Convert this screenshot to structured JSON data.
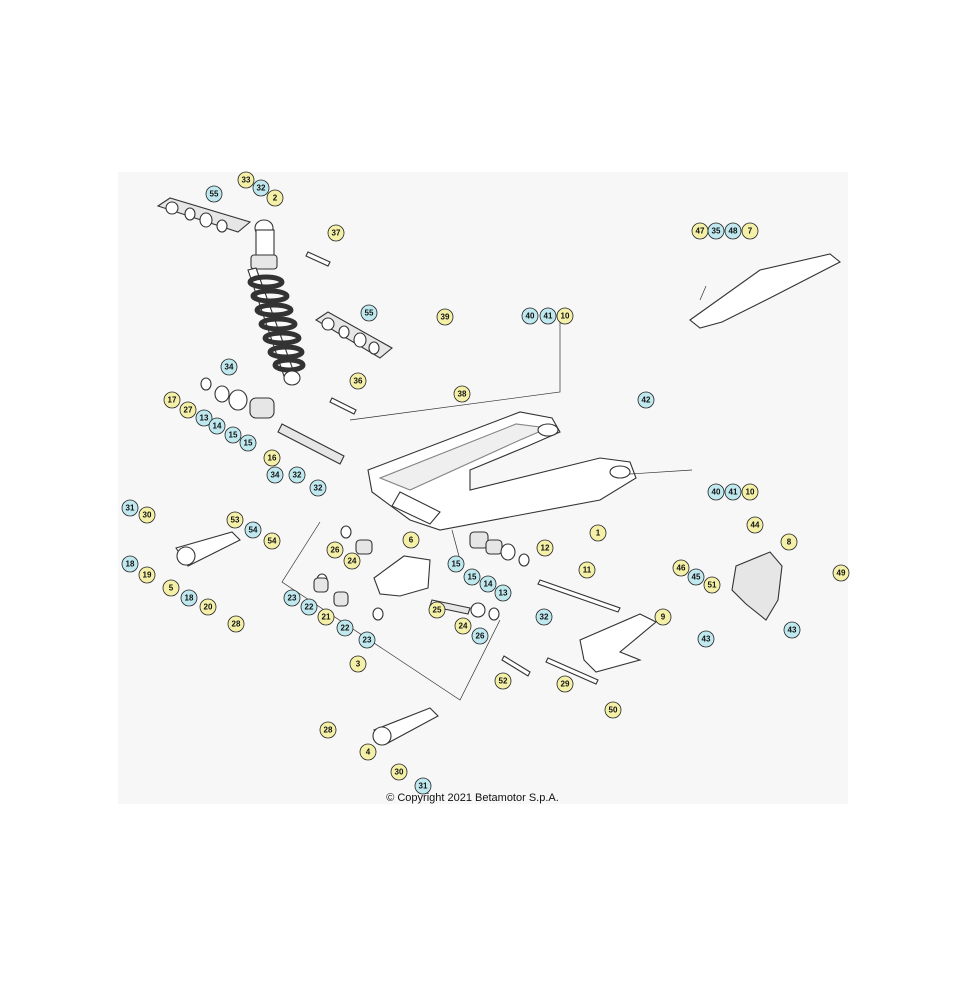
{
  "copyright": "© Copyright 2021 Betamotor S.p.A.",
  "colors": {
    "callout_yellow": "#f4f0a8",
    "callout_blue": "#bfe8ef",
    "line": "#333333",
    "panel": "#f7f7f7"
  },
  "callouts": [
    {
      "label": "55",
      "c": "b"
    },
    {
      "label": "33",
      "c": "y"
    },
    {
      "label": "32",
      "c": "b"
    },
    {
      "label": "2",
      "c": "y"
    },
    {
      "label": "37",
      "c": "y"
    },
    {
      "label": "55",
      "c": "b"
    },
    {
      "label": "34",
      "c": "b"
    },
    {
      "label": "36",
      "c": "y"
    },
    {
      "label": "17",
      "c": "y"
    },
    {
      "label": "27",
      "c": "y"
    },
    {
      "label": "13",
      "c": "b"
    },
    {
      "label": "14",
      "c": "b"
    },
    {
      "label": "15",
      "c": "b"
    },
    {
      "label": "15",
      "c": "b"
    },
    {
      "label": "16",
      "c": "y"
    },
    {
      "label": "39",
      "c": "y"
    },
    {
      "label": "38",
      "c": "y"
    },
    {
      "label": "40",
      "c": "b"
    },
    {
      "label": "41",
      "c": "b"
    },
    {
      "label": "10",
      "c": "y"
    },
    {
      "label": "47",
      "c": "y"
    },
    {
      "label": "35",
      "c": "b"
    },
    {
      "label": "48",
      "c": "b"
    },
    {
      "label": "7",
      "c": "y"
    },
    {
      "label": "42",
      "c": "b"
    },
    {
      "label": "40",
      "c": "b"
    },
    {
      "label": "41",
      "c": "b"
    },
    {
      "label": "10",
      "c": "y"
    },
    {
      "label": "1",
      "c": "y"
    },
    {
      "label": "34",
      "c": "b"
    },
    {
      "label": "32",
      "c": "b"
    },
    {
      "label": "32",
      "c": "b"
    },
    {
      "label": "53",
      "c": "y"
    },
    {
      "label": "54",
      "c": "b"
    },
    {
      "label": "54",
      "c": "y"
    },
    {
      "label": "31",
      "c": "b"
    },
    {
      "label": "30",
      "c": "y"
    },
    {
      "label": "18",
      "c": "b"
    },
    {
      "label": "19",
      "c": "y"
    },
    {
      "label": "5",
      "c": "y"
    },
    {
      "label": "18",
      "c": "b"
    },
    {
      "label": "20",
      "c": "y"
    },
    {
      "label": "28",
      "c": "y"
    },
    {
      "label": "26",
      "c": "y"
    },
    {
      "label": "24",
      "c": "y"
    },
    {
      "label": "6",
      "c": "y"
    },
    {
      "label": "15",
      "c": "b"
    },
    {
      "label": "15",
      "c": "b"
    },
    {
      "label": "14",
      "c": "b"
    },
    {
      "label": "13",
      "c": "b"
    },
    {
      "label": "12",
      "c": "y"
    },
    {
      "label": "11",
      "c": "y"
    },
    {
      "label": "23",
      "c": "b"
    },
    {
      "label": "22",
      "c": "b"
    },
    {
      "label": "21",
      "c": "y"
    },
    {
      "label": "22",
      "c": "b"
    },
    {
      "label": "23",
      "c": "b"
    },
    {
      "label": "25",
      "c": "y"
    },
    {
      "label": "24",
      "c": "y"
    },
    {
      "label": "26",
      "c": "b"
    },
    {
      "label": "32",
      "c": "b"
    },
    {
      "label": "3",
      "c": "y"
    },
    {
      "label": "52",
      "c": "y"
    },
    {
      "label": "29",
      "c": "y"
    },
    {
      "label": "9",
      "c": "y"
    },
    {
      "label": "43",
      "c": "b"
    },
    {
      "label": "50",
      "c": "y"
    },
    {
      "label": "44",
      "c": "y"
    },
    {
      "label": "8",
      "c": "y"
    },
    {
      "label": "46",
      "c": "y"
    },
    {
      "label": "45",
      "c": "b"
    },
    {
      "label": "51",
      "c": "y"
    },
    {
      "label": "49",
      "c": "y"
    },
    {
      "label": "43",
      "c": "b"
    },
    {
      "label": "28",
      "c": "y"
    },
    {
      "label": "4",
      "c": "y"
    },
    {
      "label": "30",
      "c": "y"
    },
    {
      "label": "31",
      "c": "b"
    }
  ]
}
